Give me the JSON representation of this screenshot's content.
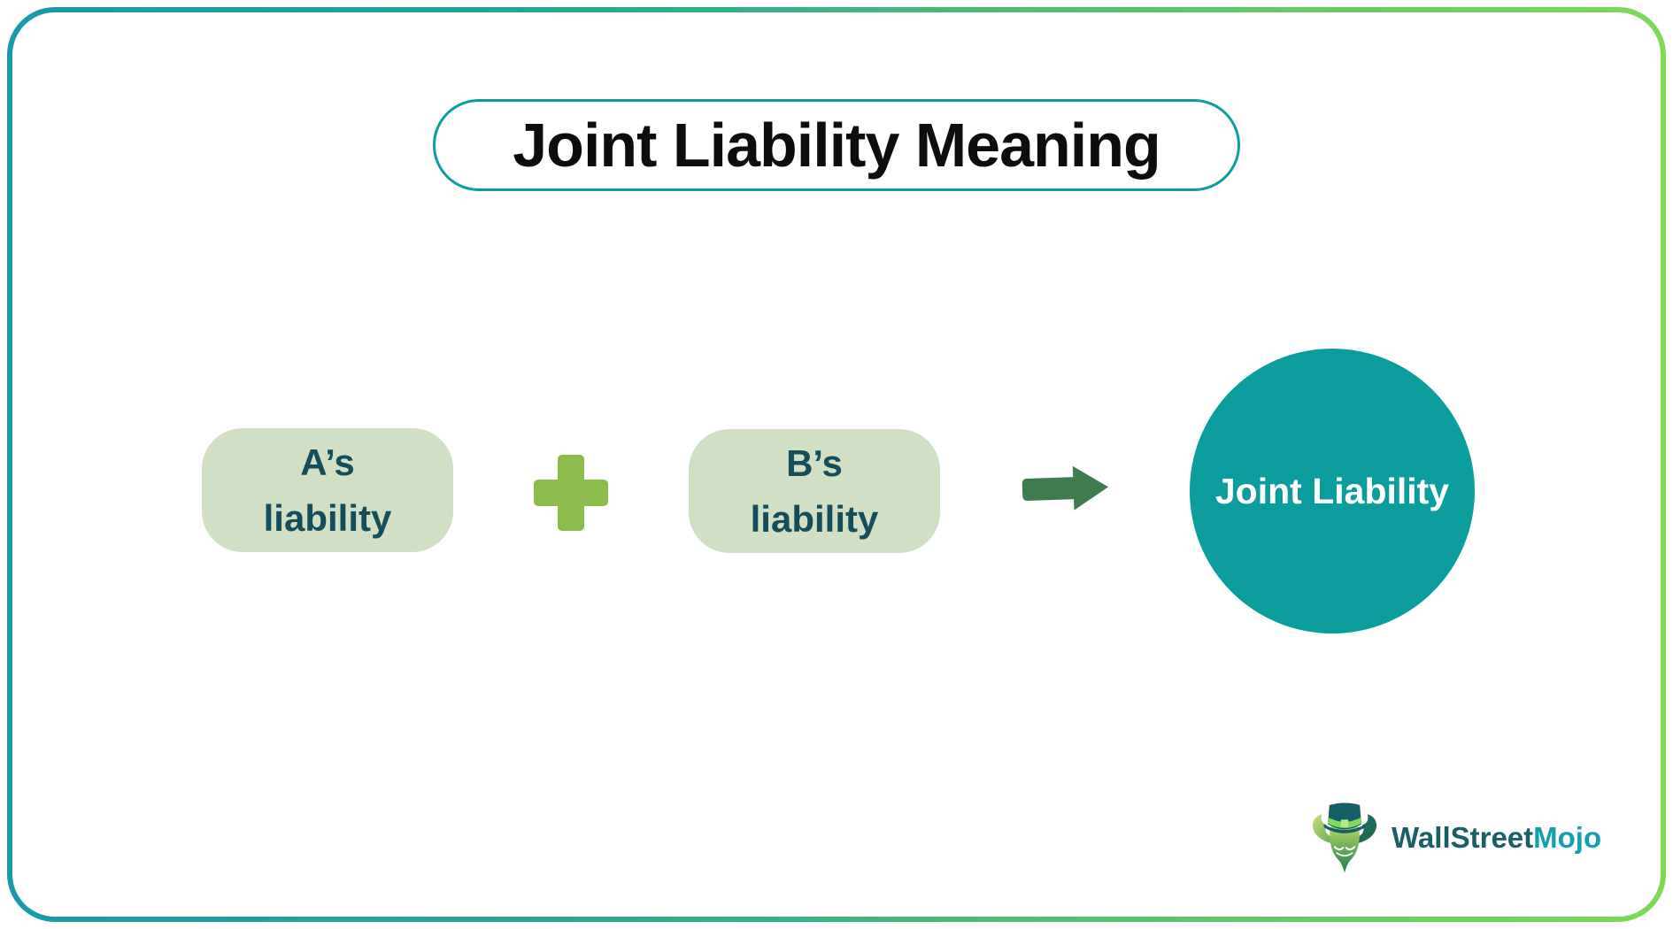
{
  "frame": {
    "border_gradient_start": "#1b98ab",
    "border_gradient_end": "#7ed957"
  },
  "title": {
    "text": "Joint Liability Meaning",
    "border_color": "#0d9e9d",
    "text_color": "#0d0d0d"
  },
  "diagram": {
    "operand_a": {
      "line1": "A’s",
      "line2": "liability",
      "bg_color": "#d1dfc5",
      "text_color": "#134e5a"
    },
    "plus_operator": {
      "icon": "plus-icon",
      "color": "#8bba4d"
    },
    "operand_b": {
      "line1": "B’s",
      "line2": "liability",
      "bg_color": "#d1dfc5",
      "text_color": "#134e5a"
    },
    "arrow": {
      "icon": "arrow-right-icon",
      "color": "#3e7c4f"
    },
    "result": {
      "label": "Joint Liability",
      "bg_color": "#0b9d9d",
      "text_color": "#ffffff"
    }
  },
  "logo": {
    "icon": "wallstreetmojo-bull-icon",
    "brand_part1": "WallStreet",
    "brand_part2": "Mojo",
    "part1_color": "#1a5f66",
    "part2_color": "#13a0ac"
  }
}
